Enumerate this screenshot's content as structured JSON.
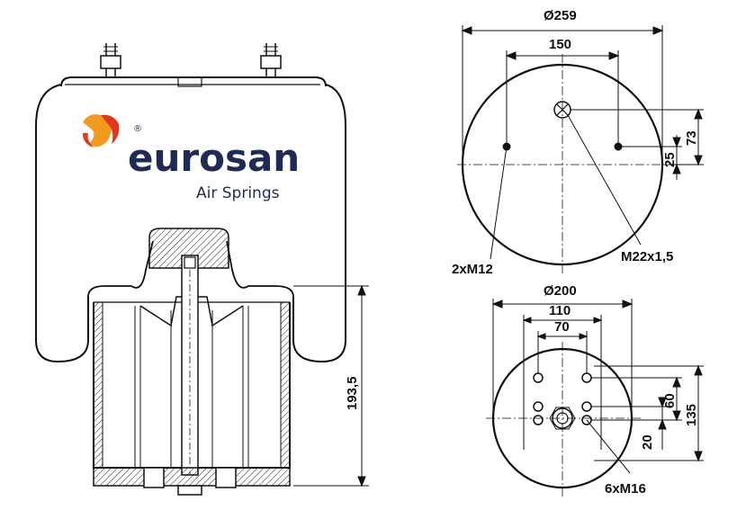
{
  "brand": {
    "name": "eurosan",
    "tagline": "Air Springs",
    "registered_mark": "®",
    "colors": {
      "text": "#1f2a55",
      "logo_orange": "#f29a1f",
      "logo_red": "#e2371c"
    }
  },
  "side_view": {
    "height_label": "193,5"
  },
  "top_plate": {
    "diameter_label": "Ø259",
    "bolt_spacing_label": "150",
    "offset_label_large": "73",
    "offset_label_small": "25",
    "studs_label": "2xM12",
    "air_fitting_label": "M22x1,5"
  },
  "bottom_plate": {
    "diameter_label": "Ø200",
    "outer_spacing_label": "110",
    "inner_spacing_label": "70",
    "height_label_large": "135",
    "height_label_mid": "60",
    "offset_label": "20",
    "threads_label": "6xM16"
  }
}
